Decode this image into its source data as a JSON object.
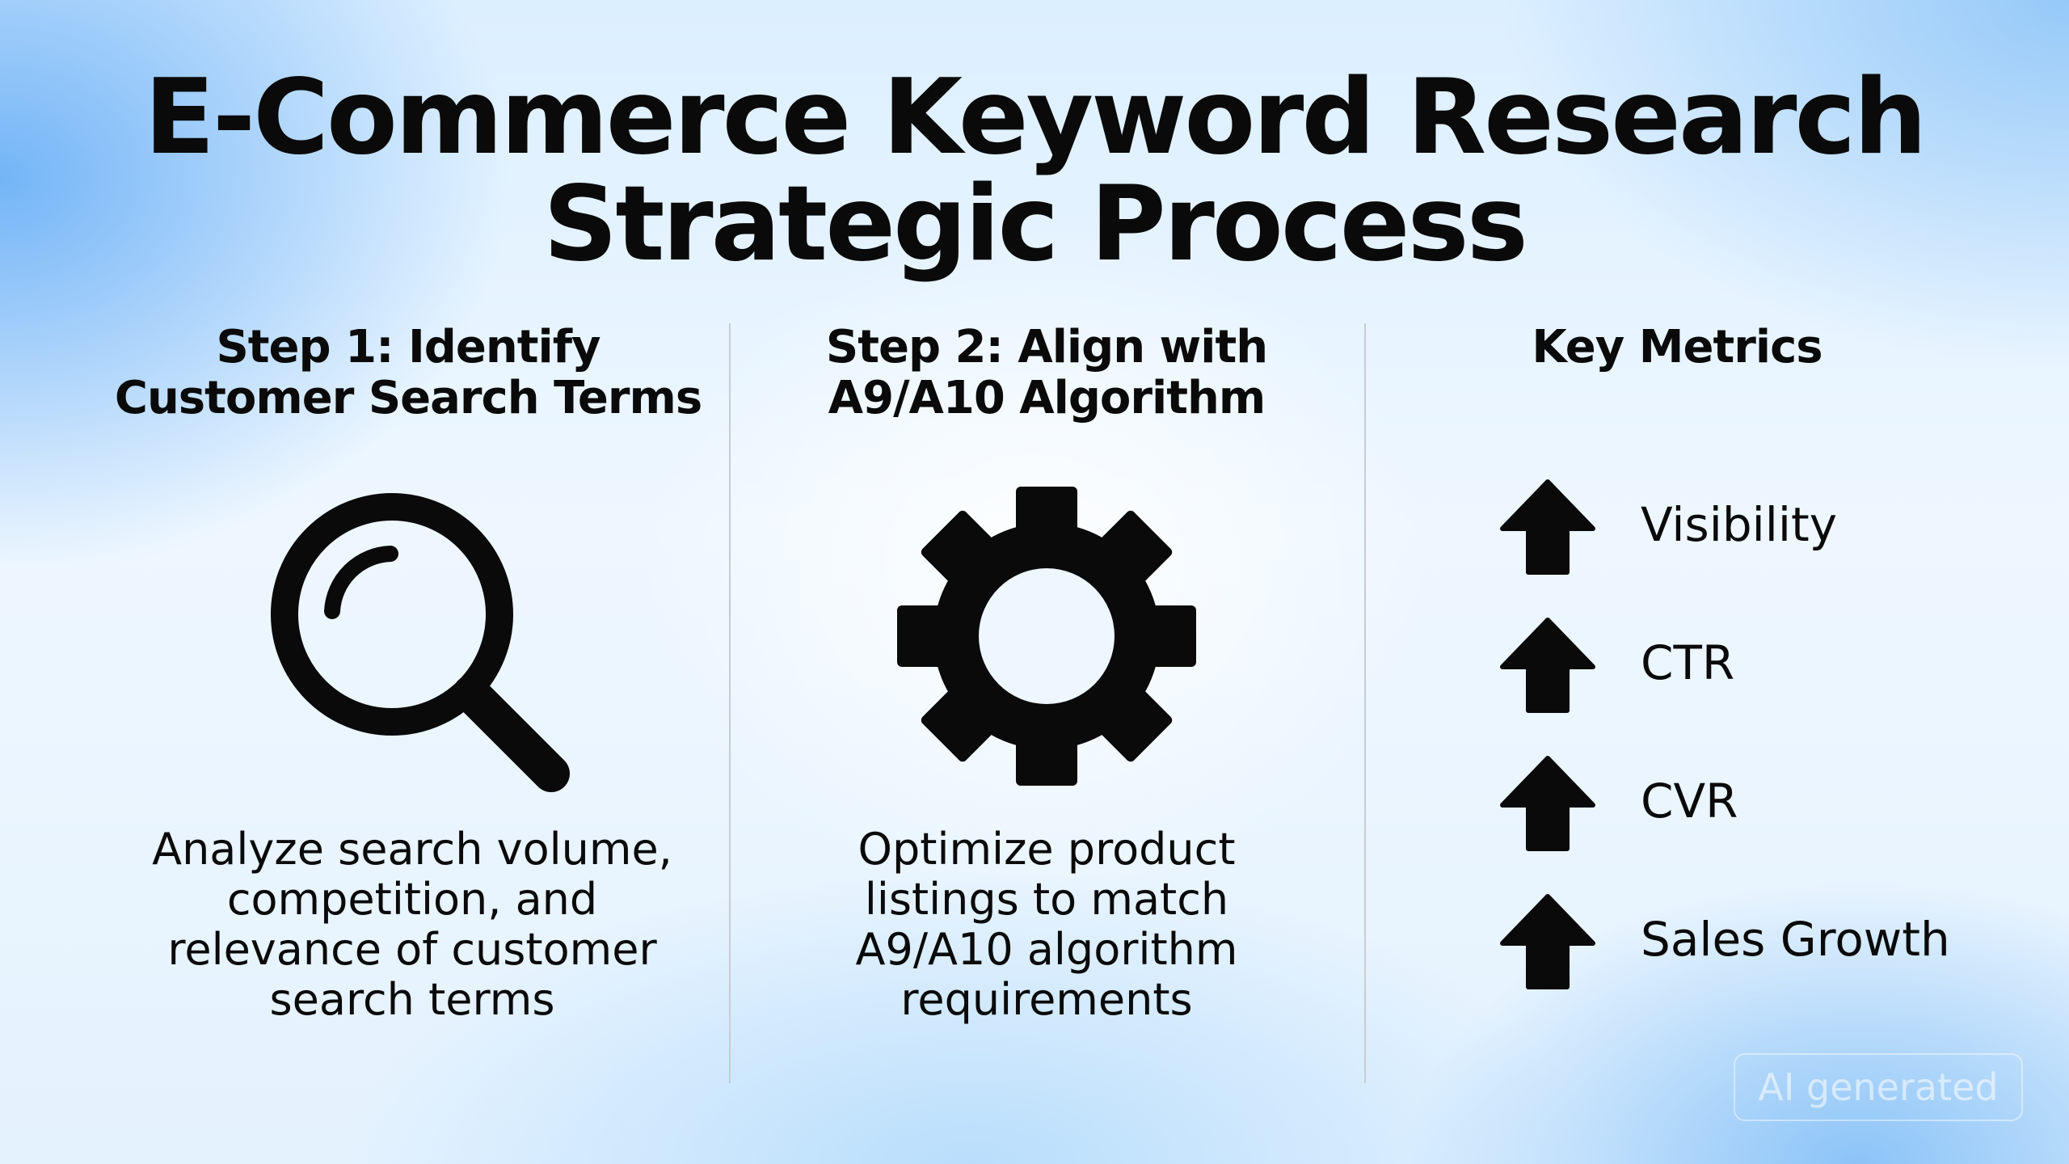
{
  "title": {
    "line1": "E-Commerce Keyword Research",
    "line2": "Strategic Process"
  },
  "columns": [
    {
      "heading": [
        "Step 1: Identify",
        "Customer Search Terms"
      ],
      "icon": "magnifying-glass-icon",
      "description": [
        "Analyze search volume,",
        "competition, and",
        "relevance of customer",
        "search terms"
      ]
    },
    {
      "heading": [
        "Step 2: Align with",
        "A9/A10 Algorithm"
      ],
      "icon": "gear-icon",
      "description": [
        "Optimize product",
        "listings to match",
        "A9/A10 algorithm",
        "requirements"
      ]
    },
    {
      "heading": [
        "Key Metrics"
      ],
      "metrics": [
        {
          "label": "Visibility",
          "icon": "arrow-up-icon"
        },
        {
          "label": "CTR",
          "icon": "arrow-up-icon"
        },
        {
          "label": "CVR",
          "icon": "arrow-up-icon"
        },
        {
          "label": "Sales Growth",
          "icon": "arrow-up-icon"
        }
      ]
    }
  ],
  "watermark": "AI generated",
  "colors": {
    "text": "#0a0a0a",
    "divider": "#c8ccd2",
    "background_blue": "#60aaf5"
  }
}
